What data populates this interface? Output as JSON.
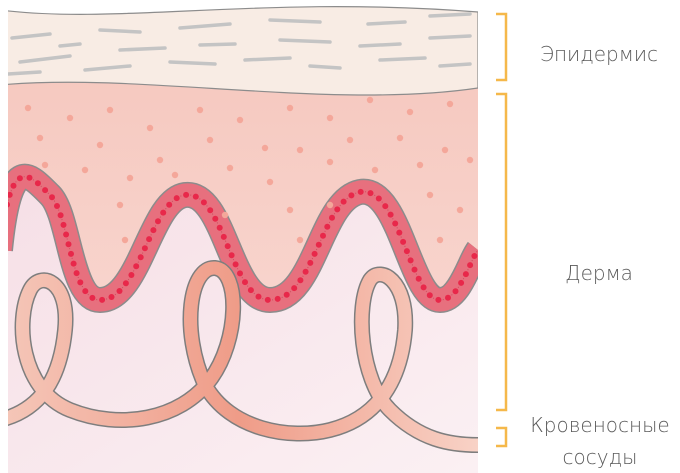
{
  "labels": {
    "epidermis": "Эпидермис",
    "dermis": "Дерма",
    "vessels_line1": "Кровеносные",
    "vessels_line2": "сосуды"
  },
  "colors": {
    "epidermis_fill": "#f8ece4",
    "epidermis_lines": "#bdbdbd",
    "dermis_upper": "#f6c3bb",
    "dermis_dots": "#f4a79a",
    "dermis_lower": "#f8e3ea",
    "cell_fill": "#e7707e",
    "cell_nucleus": "#e8284a",
    "vessel": "#ec9a86",
    "bracket": "#f5b84a",
    "outline": "#8c8c8c"
  }
}
